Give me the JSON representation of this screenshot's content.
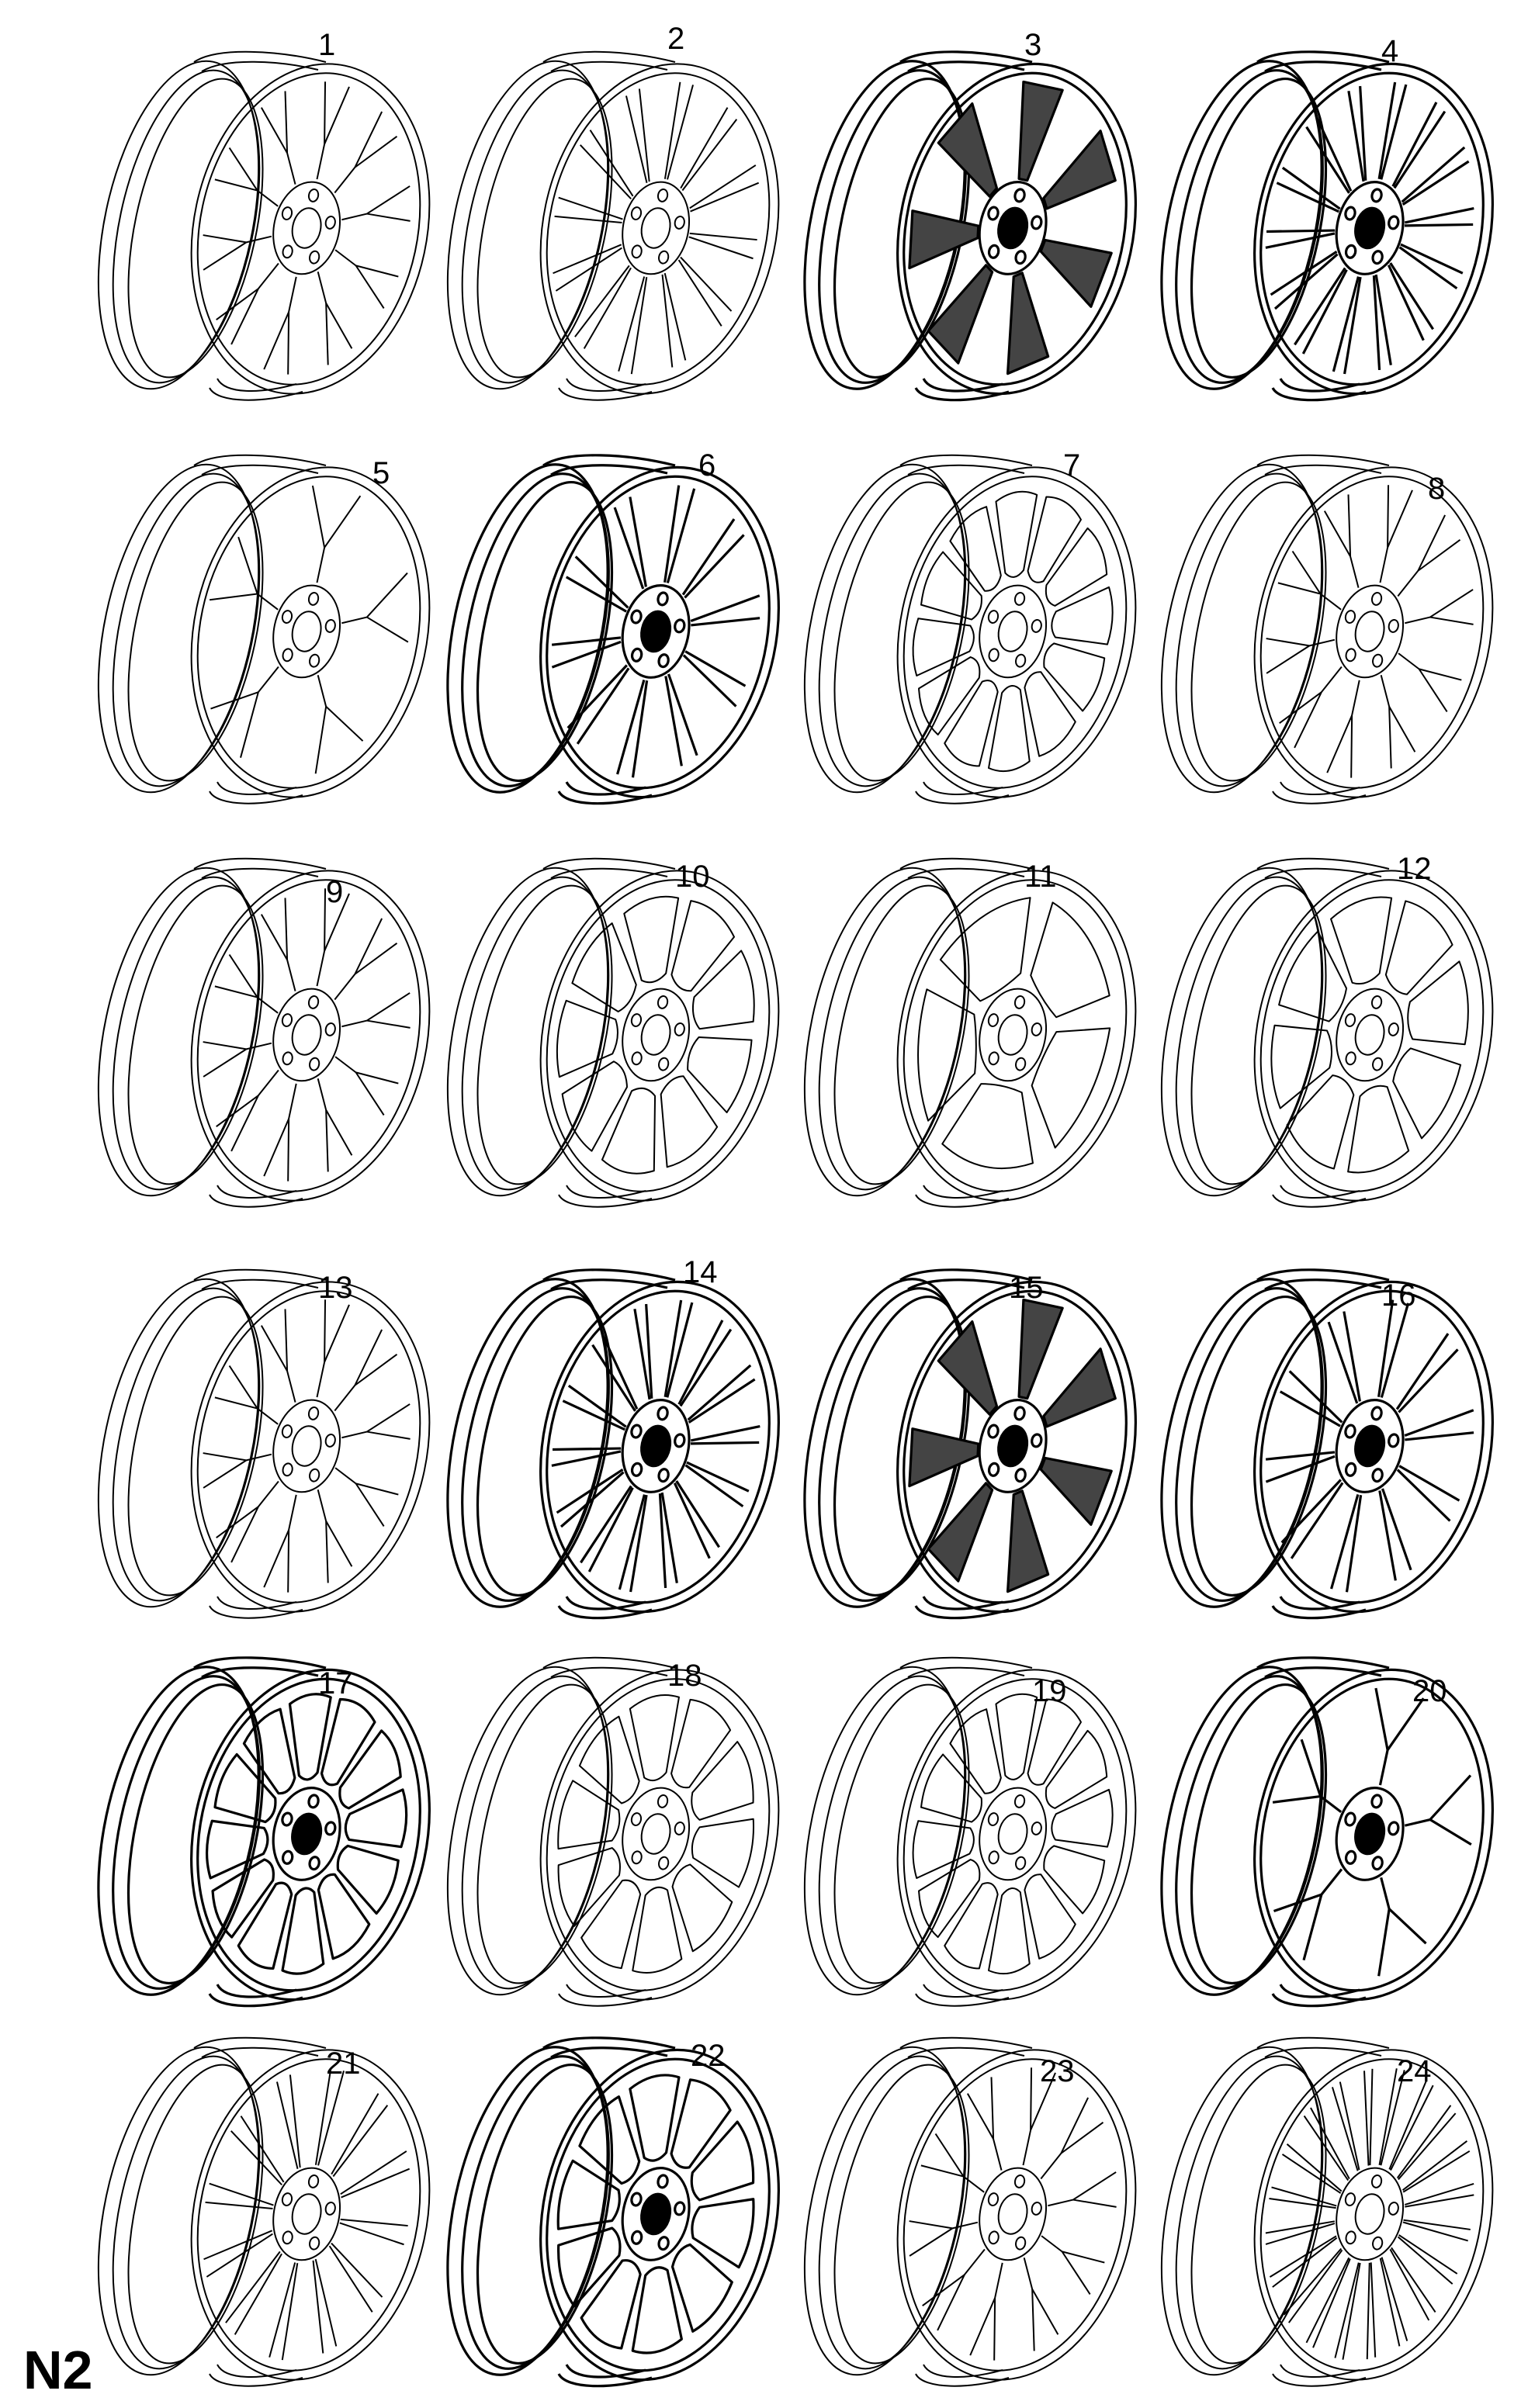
{
  "sheet": {
    "id_label": "N2",
    "line_color": "#000000",
    "background": "#ffffff"
  },
  "wheels": [
    {
      "number": "1",
      "spokes": 10,
      "style": "split-y",
      "dark": false
    },
    {
      "number": "2",
      "spokes": 12,
      "style": "twin",
      "dark": false
    },
    {
      "number": "3",
      "spokes": 7,
      "style": "solid",
      "dark": true
    },
    {
      "number": "4",
      "spokes": 14,
      "style": "twin",
      "dark": true
    },
    {
      "number": "5",
      "spokes": 5,
      "style": "split-y",
      "dark": false
    },
    {
      "number": "6",
      "spokes": 10,
      "style": "twin",
      "dark": true
    },
    {
      "number": "7",
      "spokes": 12,
      "style": "window",
      "dark": false
    },
    {
      "number": "8",
      "spokes": 10,
      "style": "split-y",
      "dark": false
    },
    {
      "number": "9",
      "spokes": 10,
      "style": "split-y",
      "dark": false
    },
    {
      "number": "10",
      "spokes": 9,
      "style": "window",
      "dark": false
    },
    {
      "number": "11",
      "spokes": 5,
      "style": "window",
      "dark": false
    },
    {
      "number": "12",
      "spokes": 8,
      "style": "window",
      "dark": false
    },
    {
      "number": "13",
      "spokes": 10,
      "style": "split-y",
      "dark": false
    },
    {
      "number": "14",
      "spokes": 14,
      "style": "twin",
      "dark": true
    },
    {
      "number": "15",
      "spokes": 7,
      "style": "solid",
      "dark": true
    },
    {
      "number": "16",
      "spokes": 10,
      "style": "twin",
      "dark": true
    },
    {
      "number": "17",
      "spokes": 12,
      "style": "window",
      "dark": true
    },
    {
      "number": "18",
      "spokes": 10,
      "style": "window",
      "dark": false
    },
    {
      "number": "19",
      "spokes": 12,
      "style": "window",
      "dark": false
    },
    {
      "number": "20",
      "spokes": 5,
      "style": "split-y",
      "dark": true
    },
    {
      "number": "21",
      "spokes": 12,
      "style": "twin",
      "dark": false
    },
    {
      "number": "22",
      "spokes": 10,
      "style": "window",
      "dark": true
    },
    {
      "number": "23",
      "spokes": 10,
      "style": "split-y",
      "dark": false
    },
    {
      "number": "24",
      "spokes": 20,
      "style": "twin",
      "dark": false
    }
  ]
}
